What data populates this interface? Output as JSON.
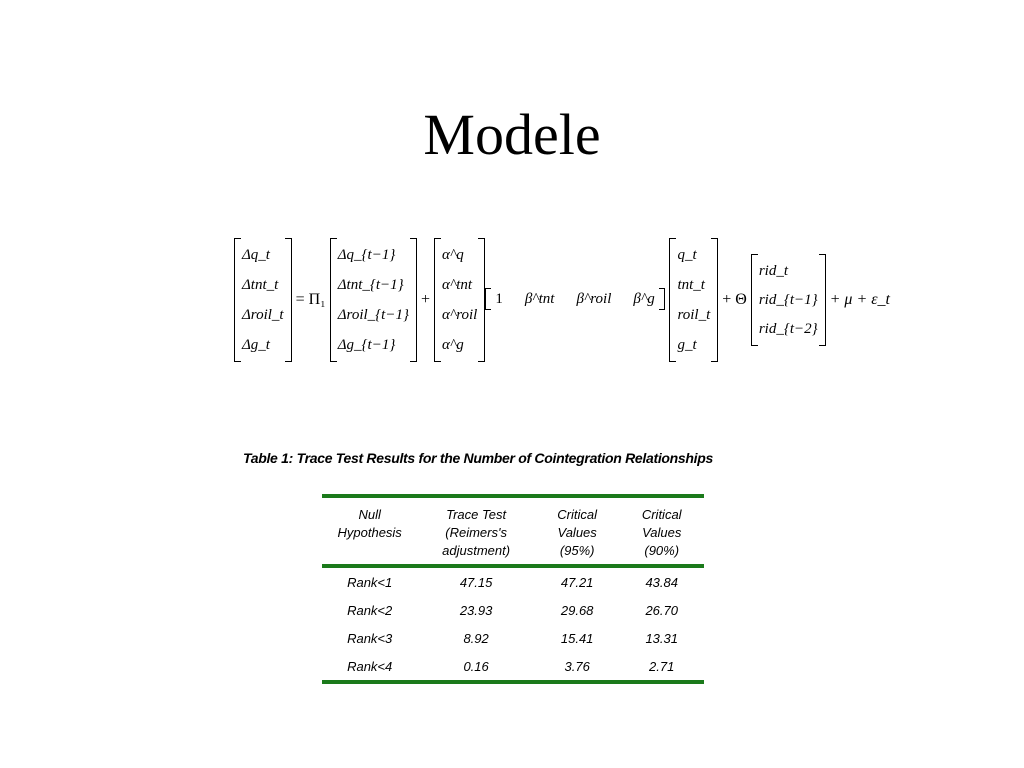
{
  "slide": {
    "title": "Modele"
  },
  "equation": {
    "lhs": [
      "Δq_t",
      "Δtnt_t",
      "Δroil_t",
      "Δg_t"
    ],
    "eq_pi": "= Π₁",
    "lag": [
      "Δq_{t−1}",
      "Δtnt_{t−1}",
      "Δroil_{t−1}",
      "Δg_{t−1}"
    ],
    "plus1": "+",
    "alpha": [
      "α^q",
      "α^tnt",
      "α^roil",
      "α^g"
    ],
    "beta_row": [
      "1",
      "β^tnt",
      "β^roil",
      "β^g"
    ],
    "levels": [
      "q_t",
      "tnt_t",
      "roil_t",
      "g_t"
    ],
    "plus_theta": "+ Θ",
    "rid": [
      "rid_t",
      "rid_{t−1}",
      "rid_{t−2}"
    ],
    "tail": "+ μ + ε_t"
  },
  "table": {
    "caption": "Table 1: Trace Test Results for the Number of Cointegration Relationships",
    "headers": [
      [
        "Null",
        "Hypothesis"
      ],
      [
        "Trace Test",
        "(Reimers's",
        "adjustment)"
      ],
      [
        "Critical",
        "Values",
        "(95%)"
      ],
      [
        "Critical",
        "Values",
        "(90%)"
      ]
    ],
    "rows": [
      [
        "Rank<1",
        "47.15",
        "47.21",
        "43.84"
      ],
      [
        "Rank<2",
        "23.93",
        "29.68",
        "26.70"
      ],
      [
        "Rank<3",
        "8.92",
        "15.41",
        "13.31"
      ],
      [
        "Rank<4",
        "0.16",
        "3.76",
        "2.71"
      ]
    ]
  },
  "colors": {
    "table_rule": "#1b7a1b"
  }
}
